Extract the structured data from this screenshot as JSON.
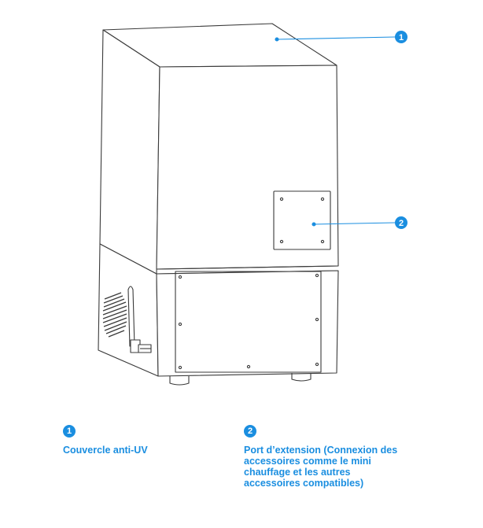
{
  "colors": {
    "accent": "#1a8ee0",
    "outline": "#3a3a3a"
  },
  "callouts": [
    {
      "number": "1",
      "label": "Couvercle anti-UV"
    },
    {
      "number": "2",
      "label": "Port d’extension (Connexion des\naccessoires comme le mini\nchauffage et les autres\naccessoires compatibles)"
    }
  ]
}
